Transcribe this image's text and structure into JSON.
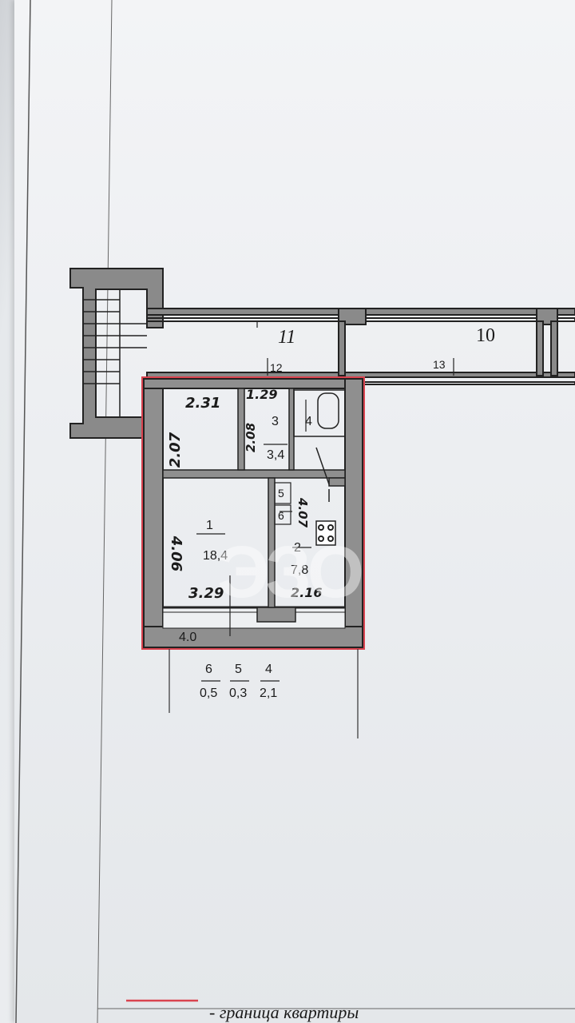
{
  "plan": {
    "rooms": [
      {
        "id": "1",
        "area": "18,4"
      },
      {
        "id": "2",
        "area": "7,8"
      },
      {
        "id": "3",
        "area": "3,4"
      },
      {
        "id": "4",
        "area": ""
      },
      {
        "id": "5",
        "area": ""
      },
      {
        "id": "6",
        "area": ""
      }
    ],
    "corridors": [
      "11",
      "10",
      "12",
      "13"
    ],
    "dimensions": {
      "top_left_width": "2.31",
      "top_right_width": "1.29",
      "left_top_height": "2.07",
      "bath_height": "2.08",
      "main_height": "4.06",
      "kitchen_height": "4.07",
      "main_width": "3.29",
      "kitchen_width": "2.16",
      "balcony_width": "4.0"
    },
    "room5_label": "5",
    "room6_label": "6",
    "room4_label": "4",
    "balcony_table": [
      {
        "id": "6",
        "area": "0,5"
      },
      {
        "id": "5",
        "area": "0,3"
      },
      {
        "id": "4",
        "area": "2,1"
      }
    ],
    "watermark": "ЭЗО"
  },
  "legend": {
    "text": "- граница квартиры",
    "line_color": "#d9434f"
  }
}
